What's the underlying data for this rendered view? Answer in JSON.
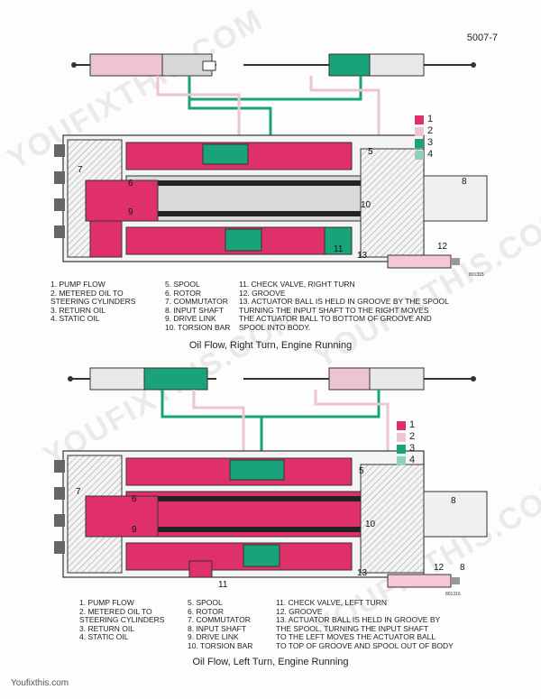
{
  "page_number": "5007-7",
  "watermark": "YOUFIXTHIS.COM",
  "footer": "Youfixthis.com",
  "colors": {
    "pink": "#e0306a",
    "light_pink": "#eec3d3",
    "green": "#1aa37a",
    "light_green": "#8fd3b6"
  },
  "legend": [
    {
      "num": "1",
      "color": "#e0306a"
    },
    {
      "num": "2",
      "color": "#eec3d3"
    },
    {
      "num": "3",
      "color": "#1aa37a"
    },
    {
      "num": "4",
      "color": "#8fd3b6"
    }
  ],
  "top": {
    "title": "Oil Flow, Right Turn, Engine Running",
    "code": "801315",
    "callouts": [
      "5",
      "6",
      "7",
      "8",
      "9",
      "10",
      "11",
      "12",
      "13"
    ],
    "col1": [
      "1.  PUMP FLOW",
      "2.  METERED OIL TO",
      "     STEERING CYLINDERS",
      "3.  RETURN OIL",
      "4.  STATIC OIL"
    ],
    "col2": [
      "5.  SPOOL",
      "6.  ROTOR",
      "7.  COMMUTATOR",
      "8.  INPUT SHAFT",
      "9.  DRIVE LINK",
      "10. TORSION BAR"
    ],
    "col3": [
      "11.  CHECK VALVE, RIGHT TURN",
      "12.  GROOVE",
      "13.  ACTUATOR BALL IS HELD IN GROOVE BY THE SPOOL",
      "       TURNING THE INPUT SHAFT TO THE RIGHT MOVES",
      "       THE ACTUATOR BALL TO BOTTOM OF GROOVE AND",
      "       SPOOL INTO BODY."
    ]
  },
  "bottom": {
    "title": "Oil Flow, Left Turn, Engine Running",
    "code": "801316",
    "callouts": [
      "5",
      "6",
      "7",
      "8",
      "9",
      "10",
      "11",
      "12",
      "8",
      "13"
    ],
    "col1": [
      "1.  PUMP FLOW",
      "2.  METERED OIL TO",
      "     STEERING CYLINDERS",
      "3.  RETURN OIL",
      "4.  STATIC OIL"
    ],
    "col2": [
      "5.  SPOOL",
      "6.  ROTOR",
      "7.  COMMUTATOR",
      "8.  INPUT SHAFT",
      "9.  DRIVE LINK",
      "10. TORSION BAR"
    ],
    "col3": [
      "11.  CHECK VALVE, LEFT TURN",
      "12.  GROOVE",
      "13.  ACTUATOR BALL IS HELD IN GROOVE BY",
      "       THE SPOOL, TURNING THE INPUT SHAFT",
      "       TO THE LEFT MOVES THE ACTUATOR BALL",
      "       TO TOP OF GROOVE AND SPOOL OUT OF BODY"
    ]
  }
}
